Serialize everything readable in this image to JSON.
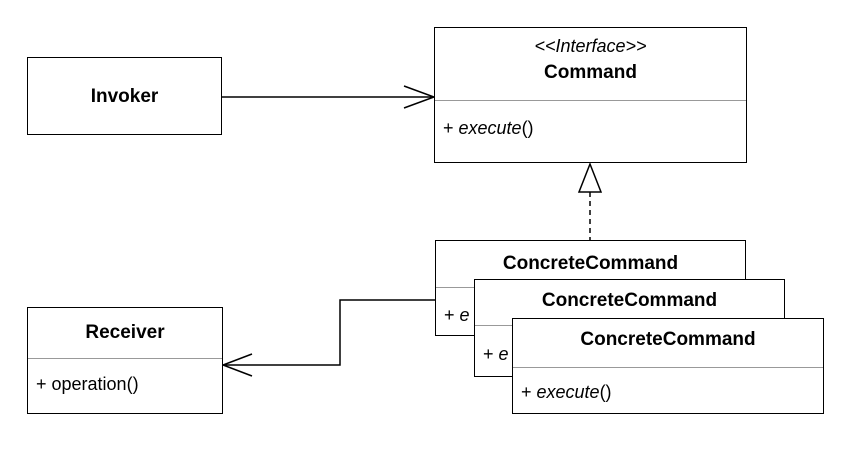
{
  "invoker": {
    "name": "Invoker"
  },
  "command": {
    "stereotype": "<<Interface>>",
    "name": "Command",
    "method_prefix": "+ ",
    "method_name": "execute",
    "method_suffix": "()"
  },
  "concrete_commands": [
    {
      "name": "ConcreteCommand",
      "method_prefix": "+ ",
      "method_name": "e"
    },
    {
      "name": "ConcreteCommand",
      "method_prefix": "+ ",
      "method_name": "e"
    },
    {
      "name": "ConcreteCommand",
      "method_prefix": "+ ",
      "method_name": "execute",
      "method_suffix": "()"
    }
  ],
  "receiver": {
    "name": "Receiver",
    "method": "+ operation()"
  }
}
